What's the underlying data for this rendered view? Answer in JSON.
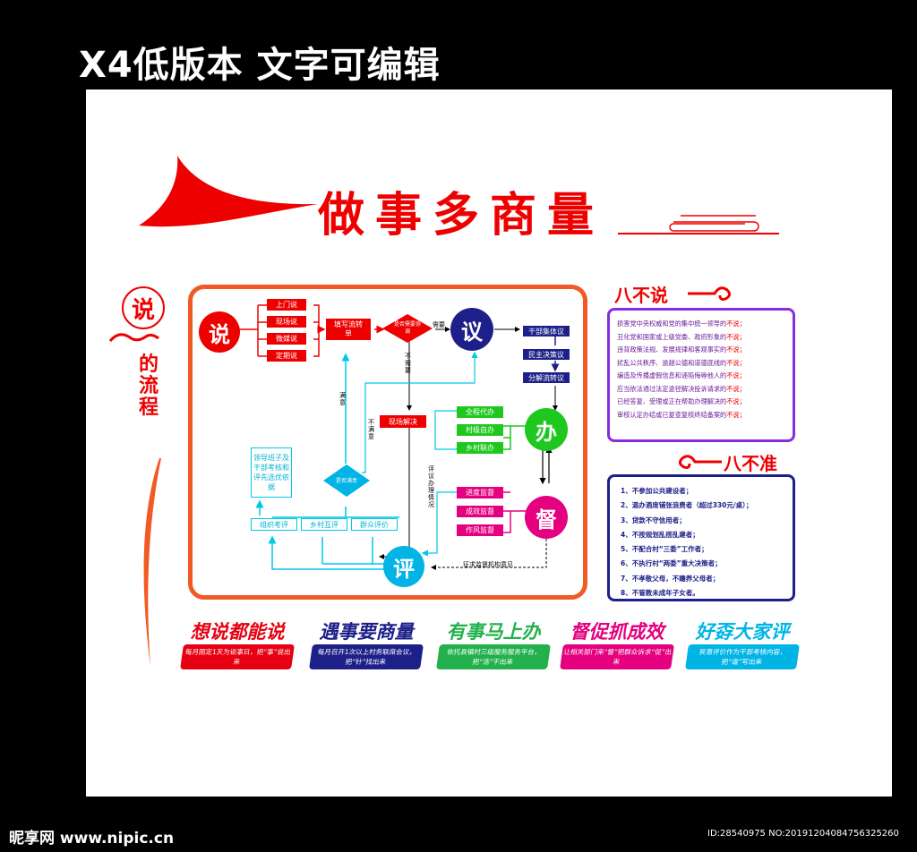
{
  "header": "X4低版本 文字可编辑",
  "main_title": "做事多商量",
  "side": {
    "shuo": "说",
    "vertical": "的流程"
  },
  "flow": {
    "shuo": "说",
    "yi": "议",
    "ban": "办",
    "du": "督",
    "ping": "评",
    "shuo_items": [
      "上门说",
      "现场说",
      "微媒说",
      "定期说"
    ],
    "tianxie": "填写流转单",
    "diamond_q": "是否需要协调",
    "need": "需要",
    "no_need": "不需要",
    "yi_items": [
      "干部集体议",
      "民主决策议",
      "分解流转议"
    ],
    "xianchang": "现场解决",
    "ban_items": [
      "全程代办",
      "村级自办",
      "乡村联办"
    ],
    "du_items": [
      "进度监督",
      "成效监督",
      "作风监督"
    ],
    "manyi_q": "是否满意",
    "manyi": "满意",
    "bumanyi": "不满意",
    "pingjia": "评议办理情况",
    "zhengqiu": "征求监督机构意见",
    "lingdao": "领导班子及干部考核和评先选优依据",
    "ping_items": [
      "组织考评",
      "乡村互评",
      "群众评价"
    ]
  },
  "eight_no": {
    "title": "八不说",
    "suffix": "不说；",
    "items": [
      "损害党中央权威和党的集中统一领导的",
      "丑化党和国家或上级党委、政府形象的",
      "违背政策法规、发展规律和客观事实的",
      "扰乱公共秩序、逾越公德和道德底线的",
      "编造及传播虚假信息和诬陷侮辱他人的",
      "应当依法通过法定途径解决投诉请求的",
      "已经答复、受理或正在帮助办理解决的",
      "审核认定办结或已复查复核终结备案的"
    ]
  },
  "eight_zhun": {
    "title": "八不准",
    "items": [
      "1、不参加公共建设者；",
      "2、温办酒席铺张浪费者（超过330元/桌）；",
      "3、贷款不守信用者；",
      "4、不按规划乱搭乱建者；",
      "5、不配合村“三委”工作者；",
      "6、不执行村“两委”重大决策者；",
      "7、不孝敬父母，不赡养父母者；",
      "8、不管教未成年子女者。"
    ]
  },
  "slogans": [
    {
      "title": "想说都能说",
      "desc": "每月固定1天为说事日，把“事”说出来",
      "color": "#e60012"
    },
    {
      "title": "遇事要商量",
      "desc": "每月召开1次以上村务联席会议，把“针”找出来",
      "color": "#1d2088"
    },
    {
      "title": "有事马上办",
      "desc": "依托县镇村三级服务服务平台，把“活”干出来",
      "color": "#22b14c"
    },
    {
      "title": "督促抓成效",
      "desc": "让相关部门来“督”把群众诉求“促”出来",
      "color": "#e4007f"
    },
    {
      "title": "好孬大家评",
      "desc": "民意评价作为干部考核内容，把“道”写出来",
      "color": "#00b4e6"
    }
  ],
  "footer": {
    "left": "昵享网 www.nipic.cn",
    "right": "ID:28540975 NO:20191204084756325260"
  }
}
